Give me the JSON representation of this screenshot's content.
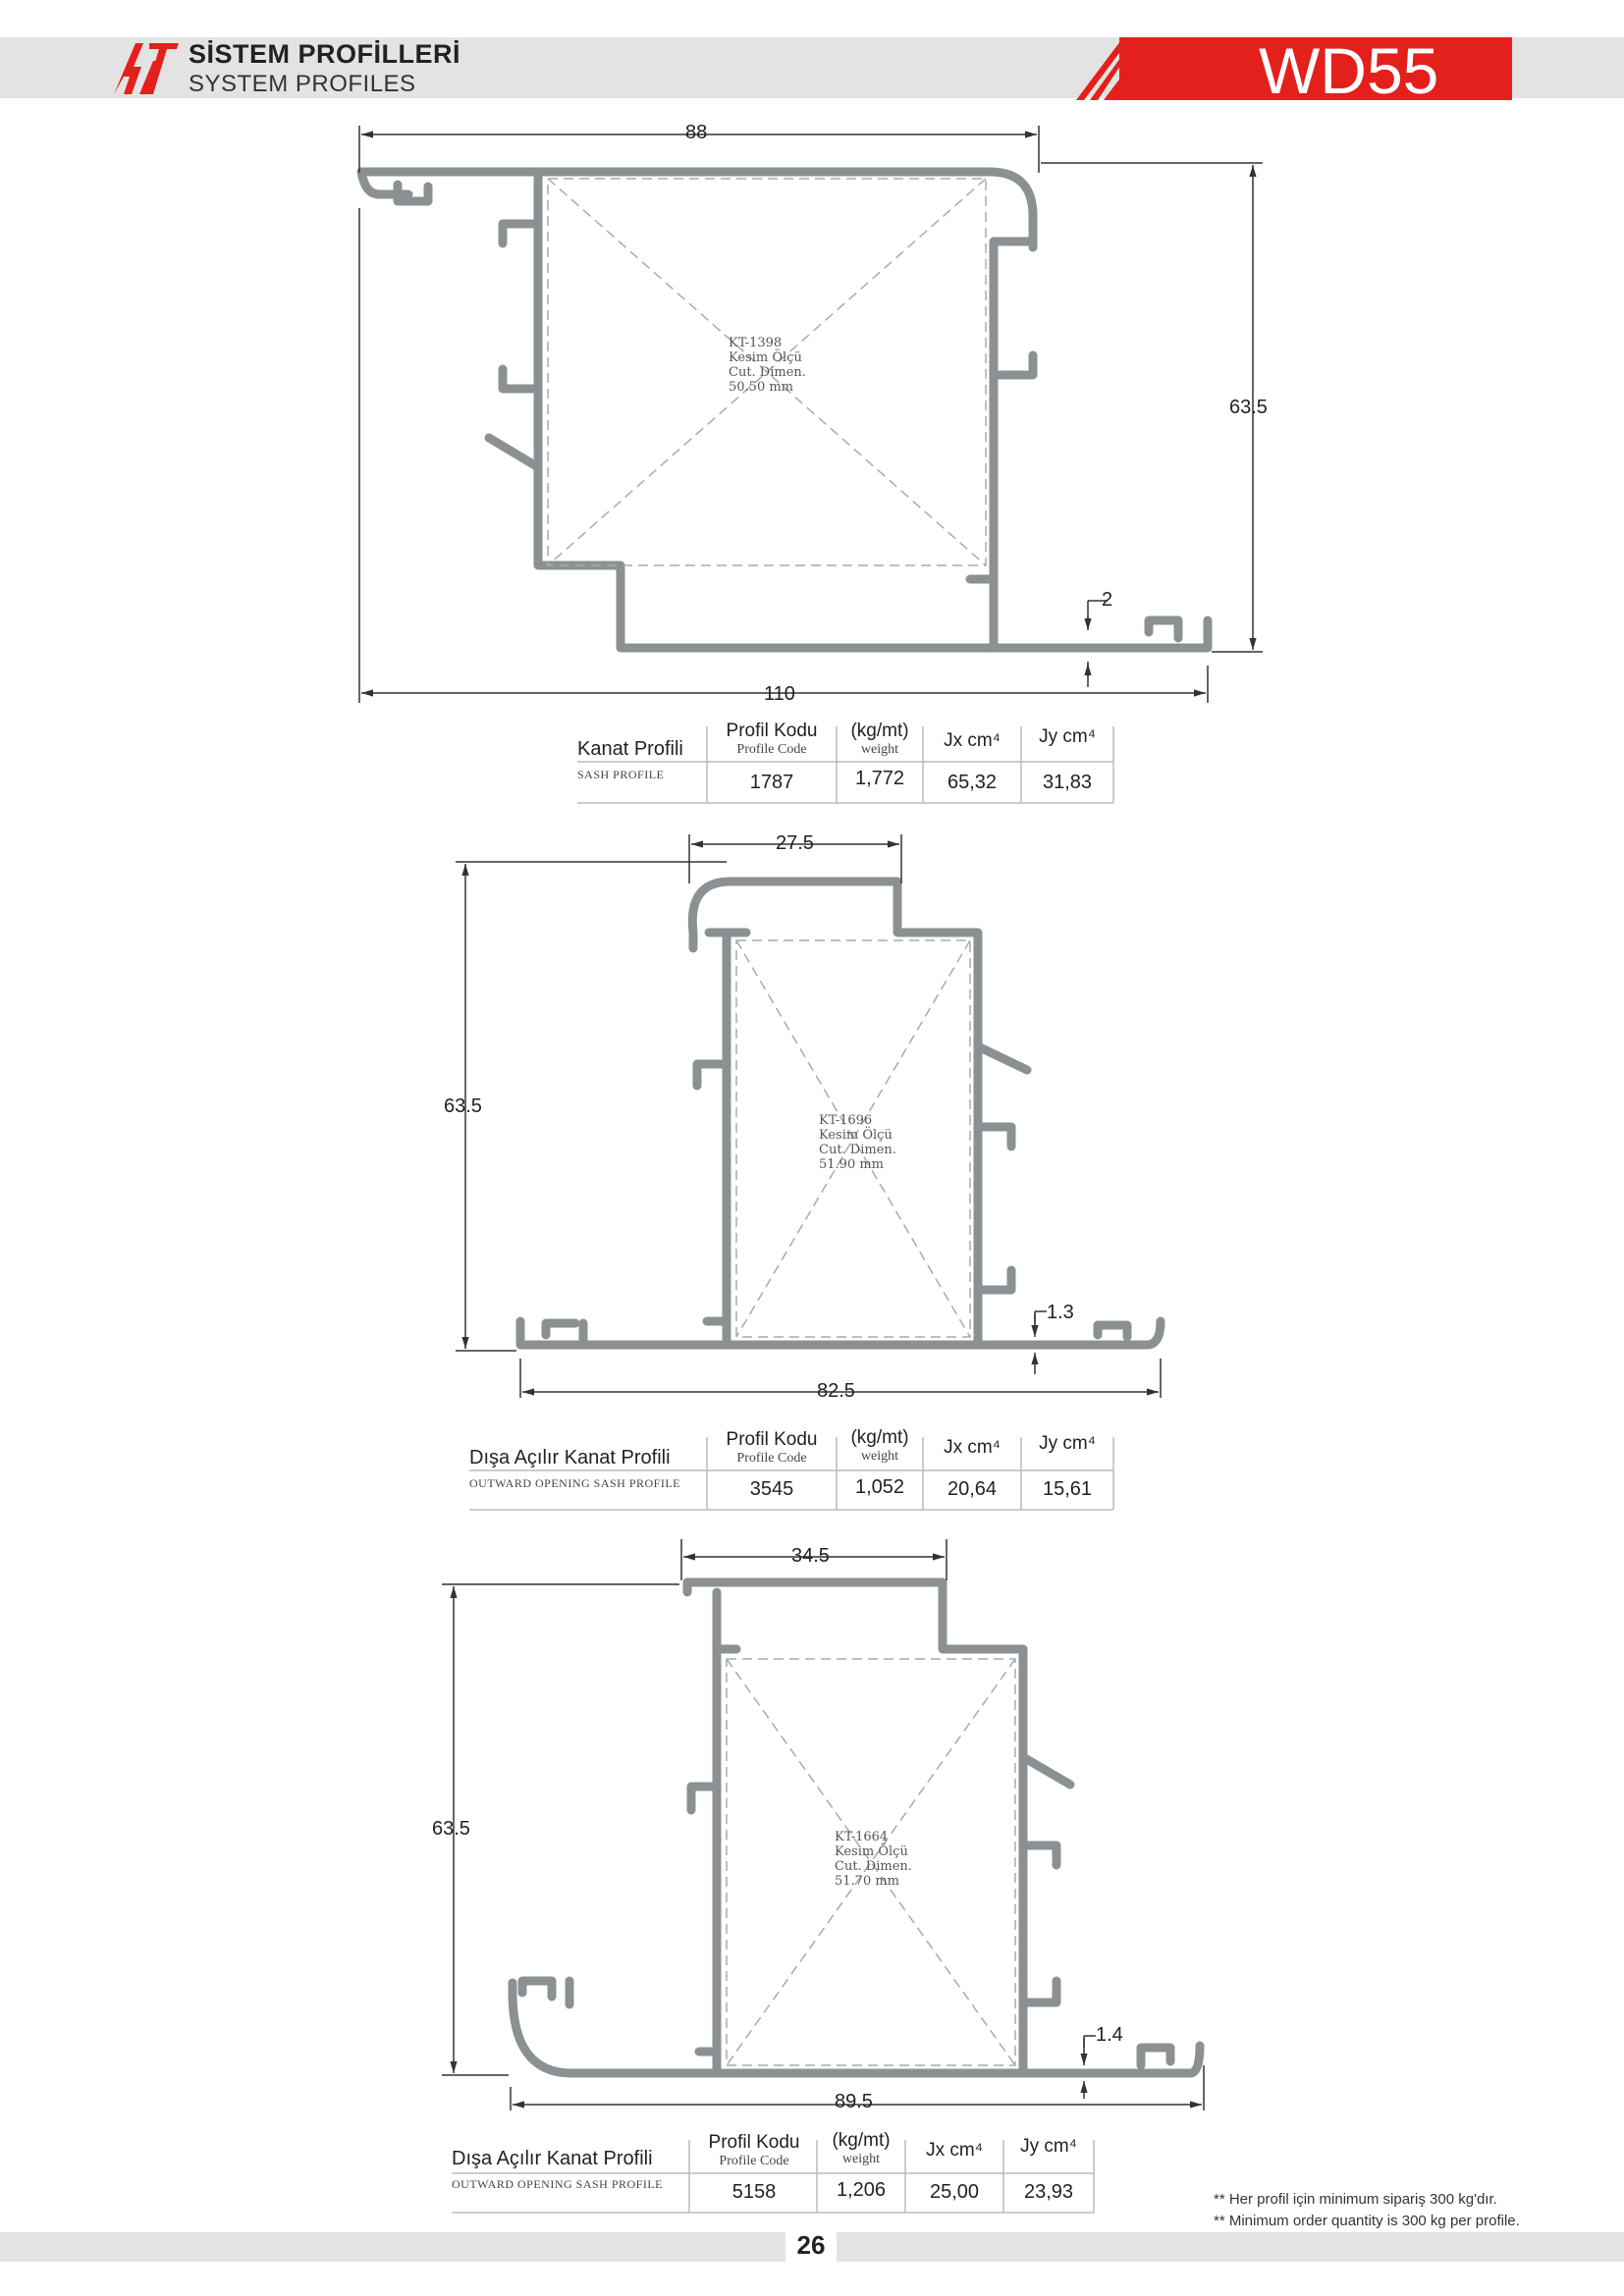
{
  "header": {
    "brand_title": "SİSTEM PROFİLLERİ",
    "brand_subtitle": "SYSTEM PROFILES",
    "model": "WD55",
    "accent_color": "#e4201c",
    "logo_icon": "app-logo-icon"
  },
  "profiles": [
    {
      "dims": {
        "top": "88",
        "right": "63.5",
        "step": "2",
        "bottom": "110"
      },
      "cut": [
        "KT-1398",
        "Kesim Ölçü",
        "Cut. Dimen.",
        "50.50 mm"
      ],
      "name": "Kanat Profili",
      "name_en": "SASH PROFILE",
      "code": "1787",
      "weight": "1,772",
      "jx": "65,32",
      "jy": "31,83"
    },
    {
      "dims": {
        "top": "27.5",
        "left": "63.5",
        "step": "1.3",
        "bottom": "82.5"
      },
      "cut": [
        "KT-1696",
        "Kesim Ölçü",
        "Cut. Dimen.",
        "51.90 mm"
      ],
      "name": "Dışa Açılır Kanat Profili",
      "name_en": "OUTWARD OPENING SASH PROFILE",
      "code": "3545",
      "weight": "1,052",
      "jx": "20,64",
      "jy": "15,61"
    },
    {
      "dims": {
        "top": "34.5",
        "left": "63.5",
        "step": "1.4",
        "bottom": "89.5"
      },
      "cut": [
        "KT-1664",
        "Kesim Ölçü",
        "Cut. Dimen.",
        "51.70 mm"
      ],
      "name": "Dışa Açılır Kanat Profili",
      "name_en": "OUTWARD OPENING SASH PROFILE",
      "code": "5158",
      "weight": "1,206",
      "jx": "25,00",
      "jy": "23,93"
    }
  ],
  "table_headers": {
    "code": "Profil Kodu",
    "code_en": "Profile Code",
    "weight": "(kg/mt)",
    "weight_en": "weight",
    "jx": "Jx cm⁴",
    "jy": "Jy cm⁴"
  },
  "footer": {
    "note_tr": "** Her profil için minimum sipariş 300 kg'dır.",
    "note_en": "** Minimum order quantity is 300 kg per profile.",
    "page": "26"
  }
}
